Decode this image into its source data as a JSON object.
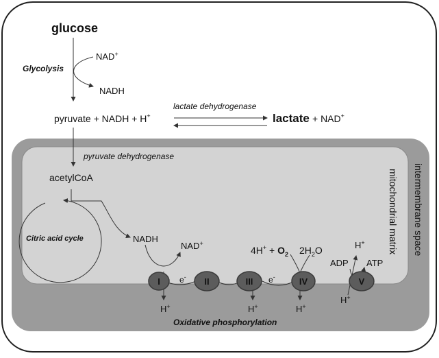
{
  "colors": {
    "cell_border": "#222222",
    "intermembrane": "#9b9b9b",
    "matrix": "#d3d3d3",
    "complex": "#5c5c5c"
  },
  "glycolysis": {
    "glucose": "glucose",
    "label": "Glycolysis",
    "nad_plus": "NAD",
    "nadh": "NADH"
  },
  "fermentation": {
    "pyruvate_eq": "pyruvate  +  NADH + H",
    "enzyme": "lactate dehydrogenase",
    "lactate": "lactate",
    "product_nad": " +  NAD"
  },
  "mitochondrion": {
    "pdh": "pyruvate dehydrogenase",
    "acetylcoa": "acetylCoA",
    "citric_cycle": "Citric acid cycle",
    "intermembrane_space": "intermembrane space",
    "mitochondrial_matrix": "mitochondrial matrix",
    "nadh": "NADH",
    "nad_plus": "NAD"
  },
  "etc": {
    "complexes": [
      "I",
      "II",
      "III",
      "IV",
      "V"
    ],
    "electron": "e",
    "proton": "H",
    "oxygen_left": "4H",
    "oxygen_mid": " + ",
    "oxygen": "O",
    "oxygen_sub": "2",
    "water": "2H",
    "water_sub": "2",
    "water_o": "O",
    "adp": "ADP",
    "atp": "ATP",
    "oxphos": "Oxidative phosphorylation"
  },
  "symbols": {
    "plus": "+",
    "minus": "-"
  }
}
